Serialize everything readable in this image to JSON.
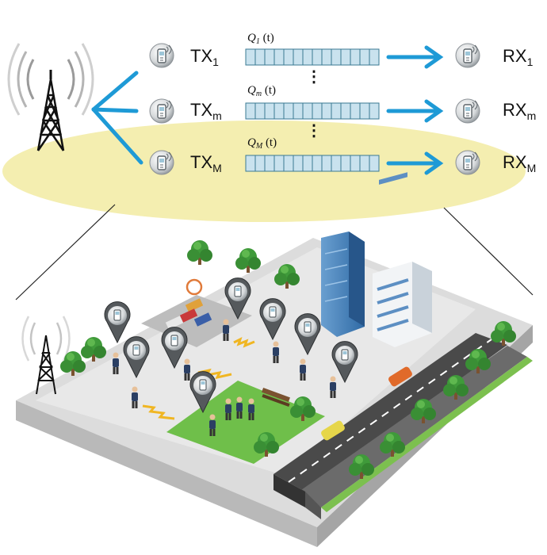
{
  "colors": {
    "link_blue": "#1e9ad6",
    "ellipse_fill": "#f4eeb0",
    "queue_fill": "#c9e2ee",
    "queue_stroke": "#3a7a93",
    "grass": "#6fbf4a",
    "road": "#4a4a4a",
    "tree": "#3f9a3a"
  },
  "icons": {
    "tower": "cell-tower-icon",
    "device": "phone-device-icon",
    "pin": "location-pin-icon"
  },
  "links": [
    {
      "tx_base": "TX",
      "tx_sub": "1",
      "queue_base": "Q",
      "queue_sub": "1",
      "queue_arg": "(t)",
      "rx_base": "RX",
      "rx_sub": "1"
    },
    {
      "tx_base": "TX",
      "tx_sub": "m",
      "queue_base": "Q",
      "queue_sub": "m",
      "queue_arg": "(t)",
      "rx_base": "RX",
      "rx_sub": "m"
    },
    {
      "tx_base": "TX",
      "tx_sub": "M",
      "queue_base": "Q",
      "queue_sub": "M",
      "queue_arg": "(t)",
      "rx_base": "RX",
      "rx_sub": "M"
    }
  ],
  "ellipsis": "⋮",
  "queue_slots": 14
}
